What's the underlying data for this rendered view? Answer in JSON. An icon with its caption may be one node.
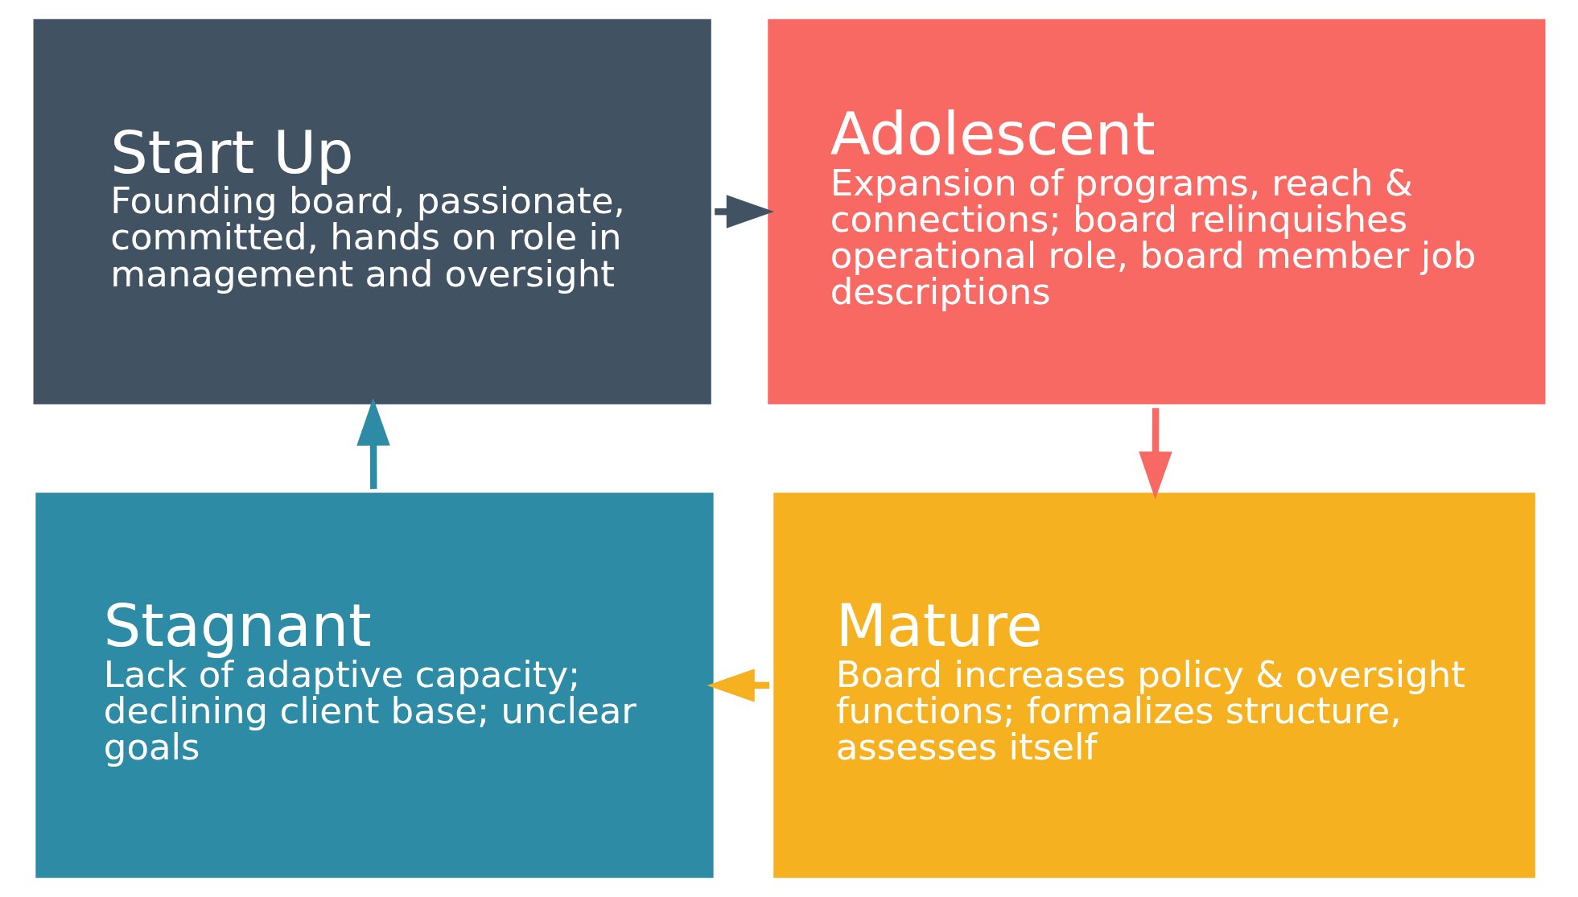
{
  "diagram": {
    "nodes": [
      {
        "text": [
          "Start Up",
          "Founding board, passionate, committed, hands on role in management and oversight"
        ]
      },
      {
        "text": [
          "Adolescent",
          "Expansion of programs, reach & connections; board relinquishes operational role, board member job descriptions"
        ]
      },
      {
        "text": [
          "Mature",
          "Board increases policy & oversight functions; formalizes structure, assesses itself"
        ]
      },
      {
        "text": [
          "Stagnant",
          "Lack of adaptive capacity; declining client base; unclear goals"
        ]
      }
    ],
    "edges": [
      {
        "from": 0,
        "to": 1,
        "arrow": "to",
        "color": "#415262"
      },
      {
        "from": 1,
        "to": 2,
        "arrow": "to",
        "color": "#f96964"
      },
      {
        "from": 2,
        "to": 3,
        "arrow": "to",
        "color": "#f5b120"
      },
      {
        "from": 3,
        "to": 0,
        "arrow": "to",
        "color": "#2e8ba5"
      }
    ]
  }
}
